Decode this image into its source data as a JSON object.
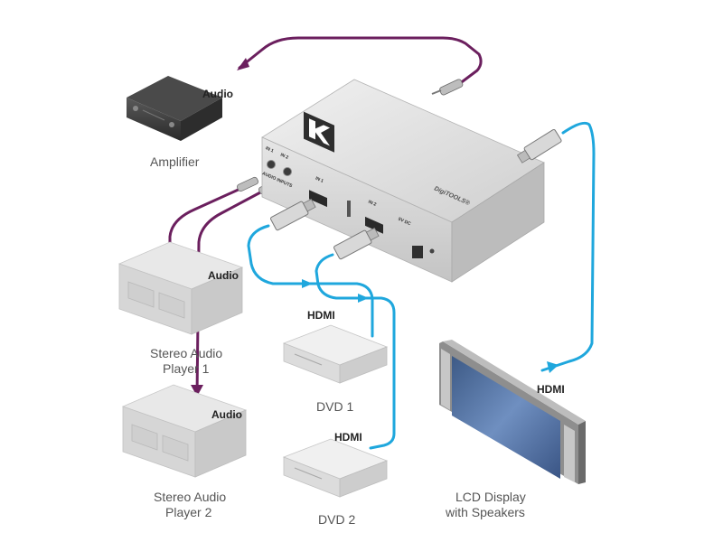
{
  "devices": {
    "amplifier": "Amplifier",
    "player1_line1": "Stereo Audio",
    "player1_line2": "Player 1",
    "player2_line1": "Stereo Audio",
    "player2_line2": "Player 2",
    "dvd1": "DVD 1",
    "dvd2": "DVD 2",
    "lcd_line1": "LCD Display",
    "lcd_line2": "with Speakers"
  },
  "cables": {
    "amp_audio": "Audio",
    "player1_audio": "Audio",
    "player2_audio": "Audio",
    "dvd1_hdmi": "HDMI",
    "dvd2_hdmi": "HDMI",
    "lcd_hdmi": "HDMI"
  },
  "unit": {
    "brand": "DigiTOOLS®",
    "port_in1_audio": "IN 1",
    "port_in2_audio": "IN 2",
    "audio_inputs": "AUDIO INPUTS",
    "port_in1_hdmi": "IN 1",
    "port_in2_hdmi": "IN 2",
    "power": "5V DC"
  },
  "colors": {
    "audio_cable": "#6b1f5e",
    "hdmi_cable": "#1fa7dd",
    "device_gray": "#d2d2d2"
  }
}
